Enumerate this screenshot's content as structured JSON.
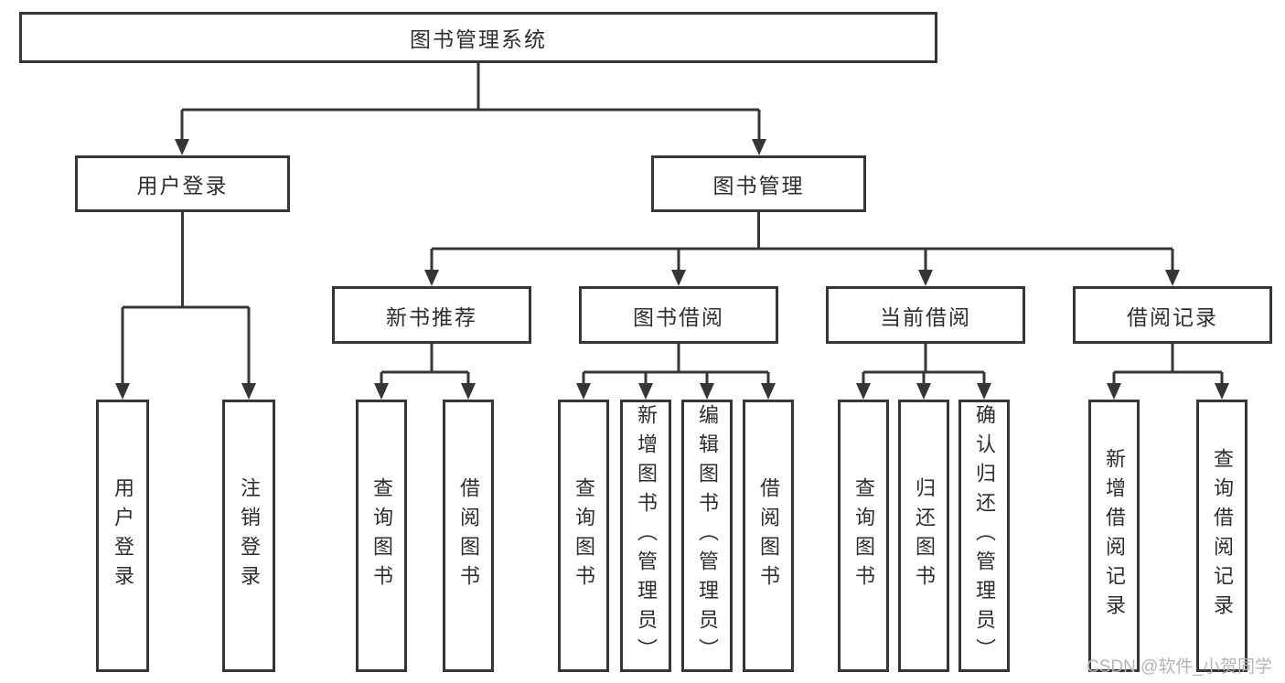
{
  "diagram": {
    "root": {
      "label": "图书管理系统"
    },
    "level1": [
      {
        "label": "用户登录"
      },
      {
        "label": "图书管理"
      }
    ],
    "level2": [
      {
        "label": "新书推荐"
      },
      {
        "label": "图书借阅"
      },
      {
        "label": "当前借阅"
      },
      {
        "label": "借阅记录"
      }
    ],
    "leaves": {
      "login": [
        {
          "label": "用户登录"
        },
        {
          "label": "注销登录"
        }
      ],
      "newbook": [
        {
          "label": "查询图书"
        },
        {
          "label": "借阅图书"
        }
      ],
      "borrow": [
        {
          "label": "查询图书"
        },
        {
          "label": "新增图书（管理员）"
        },
        {
          "label": "编辑图书（管理员）"
        },
        {
          "label": "借阅图书"
        }
      ],
      "current": [
        {
          "label": "查询图书"
        },
        {
          "label": "归还图书"
        },
        {
          "label": "确认归还（管理员）"
        }
      ],
      "records": [
        {
          "label": "新增借阅记录"
        },
        {
          "label": "查询借阅记录"
        }
      ]
    },
    "watermark": "CSDN @软件_小贺同学",
    "colors": {
      "line": "#363636",
      "text": "#2e2e2e",
      "watermark": "#b5b5b5",
      "background": "#ffffff"
    }
  }
}
